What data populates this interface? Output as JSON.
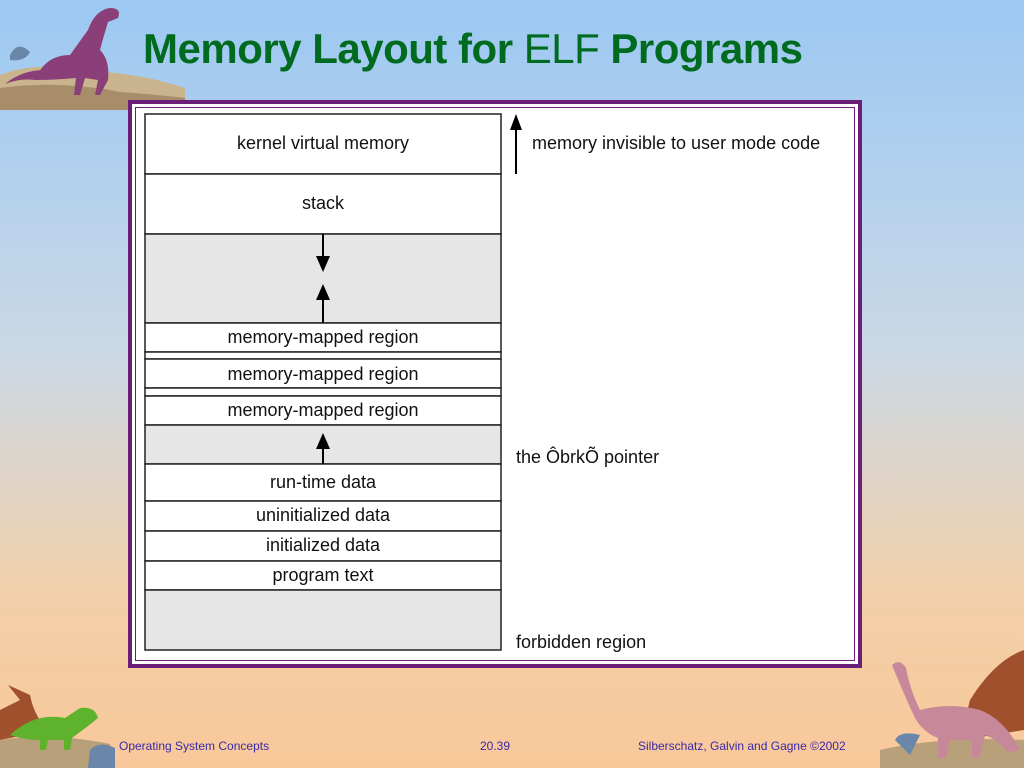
{
  "slide": {
    "title_bold_1": "Memory Layout for",
    "title_plain": "ELF",
    "title_bold_2": "Programs"
  },
  "diagram": {
    "segments": [
      "kernel virtual memory",
      "stack",
      "memory-mapped region",
      "memory-mapped region",
      "memory-mapped region",
      "run-time data",
      "uninitialized data",
      "initialized data",
      "program text"
    ],
    "annotations": {
      "kernel": "memory invisible to user mode code",
      "brk": "the ÔbrkÕ pointer",
      "forbidden": "forbidden region"
    }
  },
  "footer": {
    "left": "Operating System Concepts",
    "center": "20.39",
    "right": "Silberschatz, Galvin and  Gagne ©2002"
  },
  "icons": [
    "dinosaur-top-left",
    "dinosaur-bottom-left",
    "dinosaur-bottom-right"
  ]
}
